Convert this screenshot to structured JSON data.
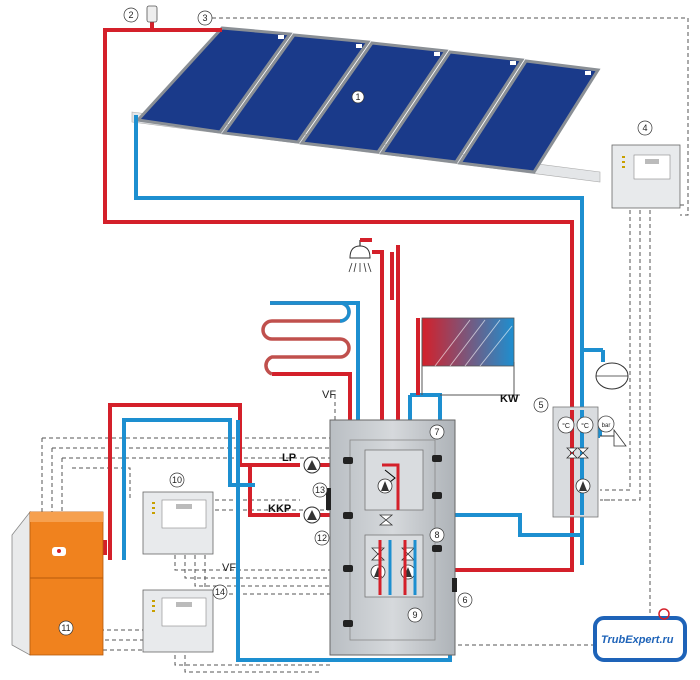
{
  "callouts": {
    "c1": "1",
    "c2": "2",
    "c3": "3",
    "c4": "4",
    "c5": "5",
    "c6": "6",
    "c7": "7",
    "c8": "8",
    "c9": "9",
    "c10": "10",
    "c11": "11",
    "c12": "12",
    "c13": "13",
    "c14": "14"
  },
  "labels": {
    "lp": "LP",
    "kkp": "KKP",
    "kw": "KW",
    "vf_top": "VF",
    "vf_bottom": "VF",
    "deg_c_1": "°C",
    "deg_c_2": "°C",
    "bar": "bar"
  },
  "watermark": {
    "text": "TrubExpert.ru"
  },
  "colors": {
    "hot_pipe": "#d4202a",
    "cold_pipe": "#1d8fd0",
    "boiler": "#f0821e",
    "tank": "#c9cdd1",
    "collector": "#1a3a8a"
  },
  "icons": [
    "pump-icon",
    "valve-icon",
    "shower-icon",
    "expansion-vessel-icon",
    "radiator-icon",
    "underfloor-heating-icon"
  ]
}
